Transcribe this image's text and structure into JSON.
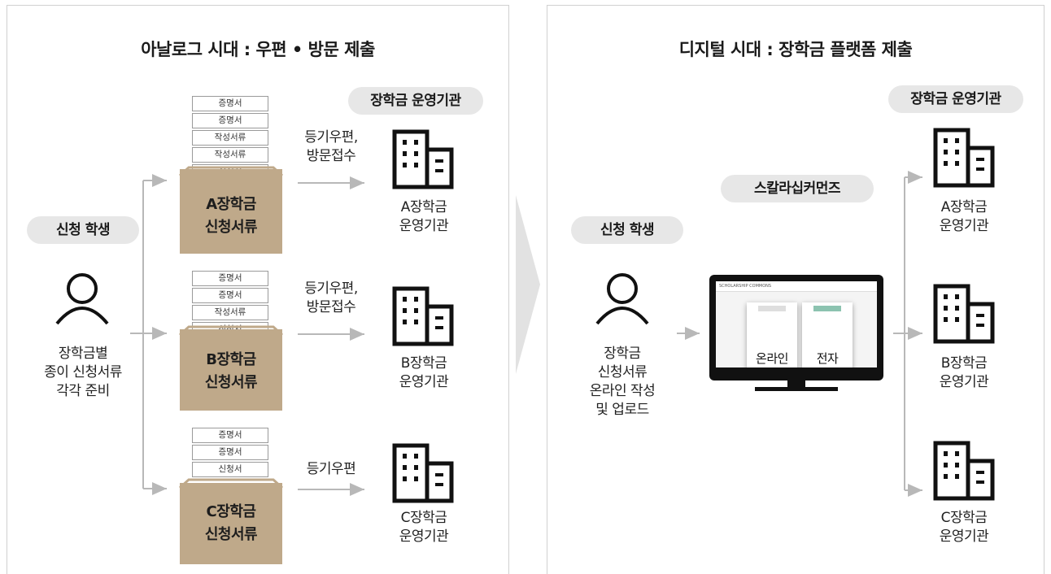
{
  "left_panel": {
    "title": "아날로그 시대 : 우편 • 방문 제출",
    "student_label": "신청 학생",
    "student_desc": "장학금별\n종이 신청서류\n각각 준비",
    "agency_pill": "장학금 운영기관",
    "bundles": [
      {
        "docs": [
          "증명서",
          "증명서",
          "작성서류",
          "작성서류",
          "신청서"
        ],
        "box_label": "A장학금\n신청서류",
        "method": "등기우편,\n방문접수",
        "agency": "A장학금\n운영기관"
      },
      {
        "docs": [
          "증명서",
          "증명서",
          "작성서류",
          "신청서"
        ],
        "box_label": "B장학금\n신청서류",
        "method": "등기우편,\n방문접수",
        "agency": "B장학금\n운영기관"
      },
      {
        "docs": [
          "증명서",
          "증명서",
          "신청서"
        ],
        "box_label": "C장학금\n신청서류",
        "method": "등기우편",
        "agency": "C장학금\n운영기관"
      }
    ]
  },
  "right_panel": {
    "title": "디지털 시대 : 장학금 플랫폼 제출",
    "student_label": "신청 학생",
    "student_desc": "장학금\n신청서류\n온라인 작성\n및 업로드",
    "platform_pill": "스칼라십커먼즈",
    "agency_pill": "장학금 운영기관",
    "screen_header": "SCHOLARSHIP COMMONS",
    "cards": [
      "온라인\n신청서",
      "전자\n서류"
    ],
    "agencies": [
      "A장학금\n운영기관",
      "B장학금\n운영기관",
      "C장학금\n운영기관"
    ]
  },
  "colors": {
    "box": "#bfa98a",
    "arrow": "#b8b8b8",
    "pill": "#e7e7e7",
    "divider": "#e2e2e2"
  },
  "icons": [
    "person-icon",
    "building-icon",
    "monitor-icon",
    "divider-chevron-icon"
  ]
}
